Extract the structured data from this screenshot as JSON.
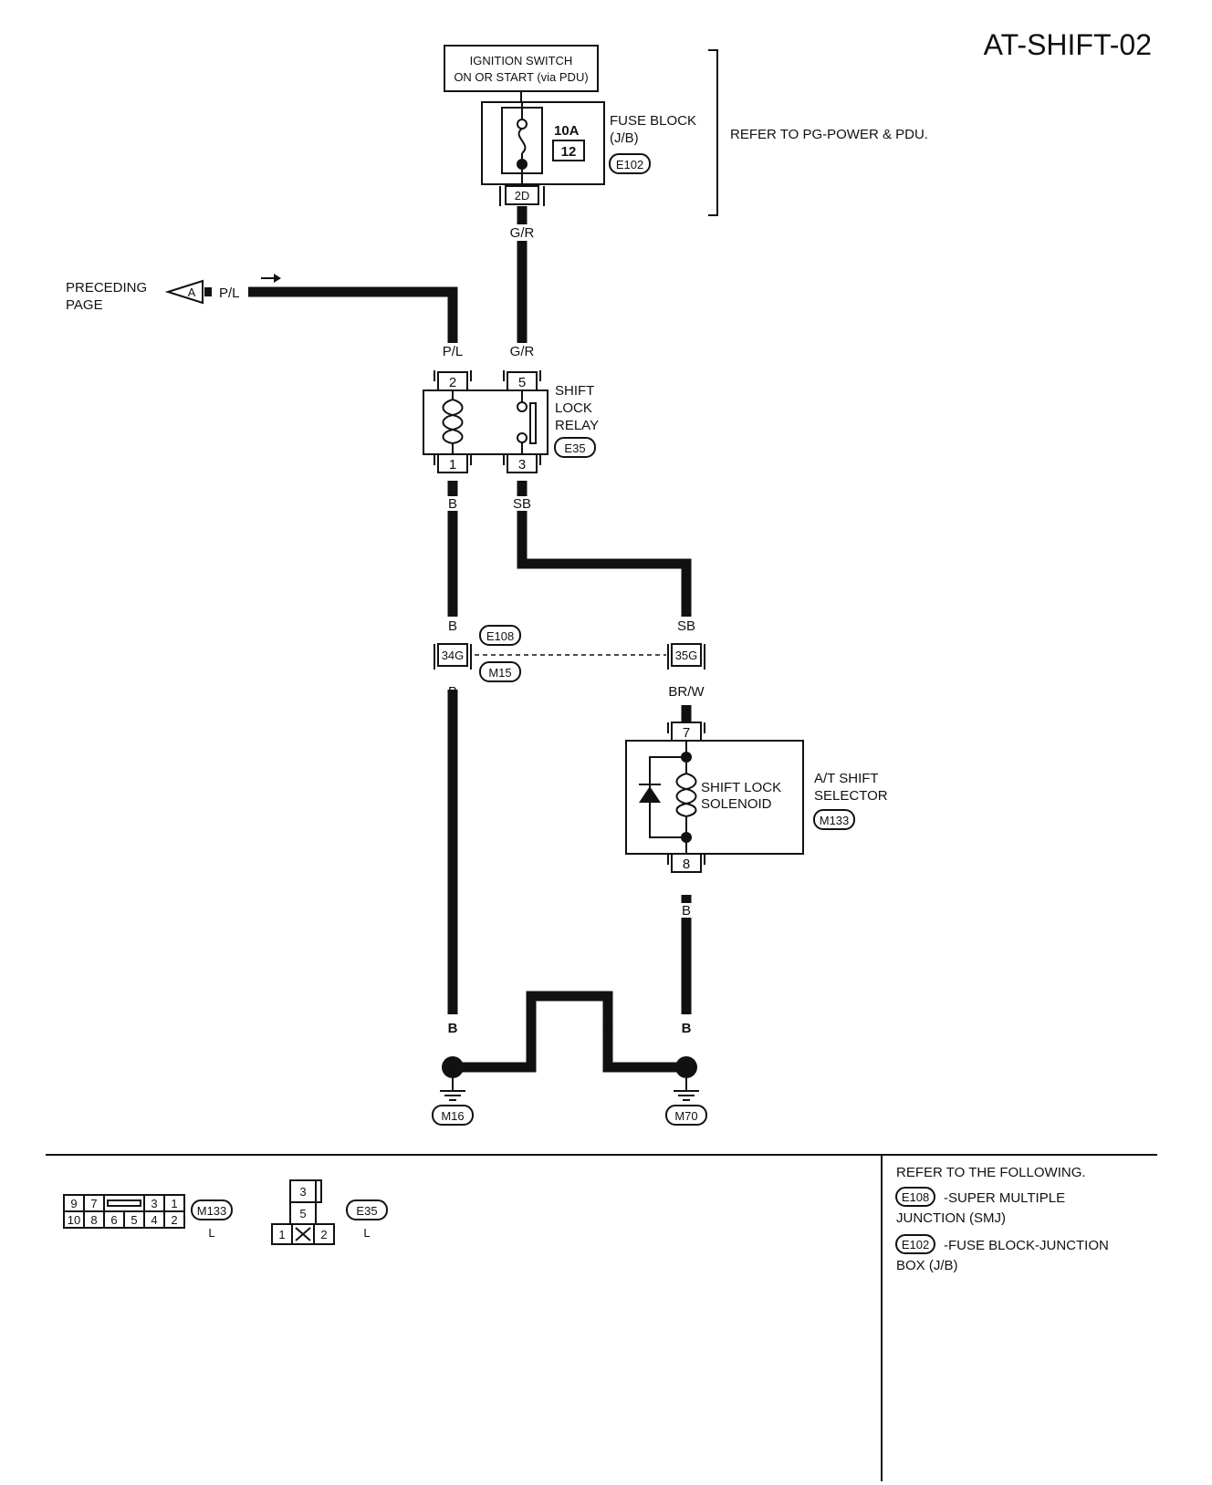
{
  "page_id": "AT-SHIFT-02",
  "ignition_switch": {
    "line1": "IGNITION SWITCH",
    "line2": "ON OR START (via PDU)"
  },
  "fuse_block": {
    "amp": "10A",
    "fuse_no": "12",
    "label_line1": "FUSE BLOCK",
    "label_line2": "(J/B)",
    "connector": "E102",
    "terminal": "2D"
  },
  "refer_note": "REFER TO PG-POWER & PDU.",
  "preceding": {
    "line1": "PRECEDING",
    "line2": "PAGE",
    "connector_letter": "A",
    "wire_color": "P/L"
  },
  "wire_colors": {
    "gr_top": "G/R",
    "pl_relay": "P/L",
    "gr_relay": "G/R",
    "b_relay": "B",
    "sb_relay": "SB",
    "b_jct_in": "B",
    "sb_jct_in": "SB",
    "b_jct_out": "B",
    "brw_out": "BR/W",
    "b_solenoid": "B",
    "b_gnd_left": "B",
    "b_mid_left": "B",
    "b_mid_right": "B",
    "b_gnd_right": "B"
  },
  "relay": {
    "line1": "SHIFT",
    "line2": "LOCK",
    "line3": "RELAY",
    "connector": "E35",
    "pins": {
      "p2": "2",
      "p5": "5",
      "p1": "1",
      "p3": "3"
    }
  },
  "junction": {
    "conn_top": "E108",
    "conn_bottom": "M15",
    "pin_left": "34G",
    "pin_right": "35G"
  },
  "shift_selector": {
    "label_line1": "A/T SHIFT",
    "label_line2": "SELECTOR",
    "connector": "M133",
    "solenoid_line1": "SHIFT LOCK",
    "solenoid_line2": "SOLENOID",
    "pin_top": "7",
    "pin_bottom": "8"
  },
  "grounds": {
    "left": "M16",
    "right": "M70"
  },
  "connector_views": {
    "m133": {
      "top_pins": [
        "9",
        "7",
        "3",
        "1"
      ],
      "bottom_pins": [
        "10",
        "8",
        "6",
        "5",
        "4",
        "2"
      ],
      "id": "M133",
      "color": "L"
    },
    "e35": {
      "pins": [
        "3",
        "5",
        "1",
        "2"
      ],
      "id": "E35",
      "color": "L"
    }
  },
  "refer_box": {
    "title": "REFER TO THE FOLLOWING.",
    "item1_conn": "E108",
    "item1_line1": "-SUPER MULTIPLE",
    "item1_line2": "JUNCTION (SMJ)",
    "item2_conn": "E102",
    "item2_line1": "-FUSE BLOCK-JUNCTION",
    "item2_line2": "BOX (J/B)"
  }
}
